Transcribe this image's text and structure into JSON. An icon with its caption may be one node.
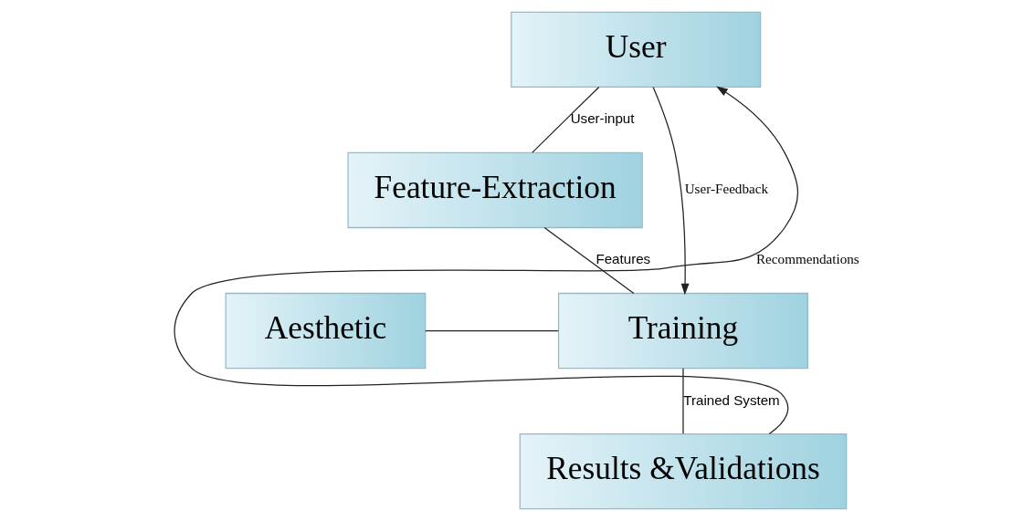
{
  "diagram": {
    "nodes": [
      {
        "text": [
          "User"
        ]
      },
      {
        "text": [
          "Feature-Extraction"
        ]
      },
      {
        "text": [
          "Training"
        ]
      },
      {
        "text": [
          "Aesthetic"
        ]
      },
      {
        "text": [
          "Results &Validations"
        ]
      }
    ],
    "edges": [
      {
        "from": 0,
        "to": 1,
        "arrow": "none",
        "label": "User-input"
      },
      {
        "from": 1,
        "to": 2,
        "arrow": "none",
        "label": "Features"
      },
      {
        "from": 3,
        "to": 2,
        "arrow": "none"
      },
      {
        "from": 2,
        "to": 4,
        "arrow": "none",
        "label": "Trained System"
      },
      {
        "from": 4,
        "to": 0,
        "arrow": "to",
        "label": "Recommendations"
      },
      {
        "from": 0,
        "to": 2,
        "arrow": "to",
        "label": "User-Feedback"
      }
    ]
  }
}
